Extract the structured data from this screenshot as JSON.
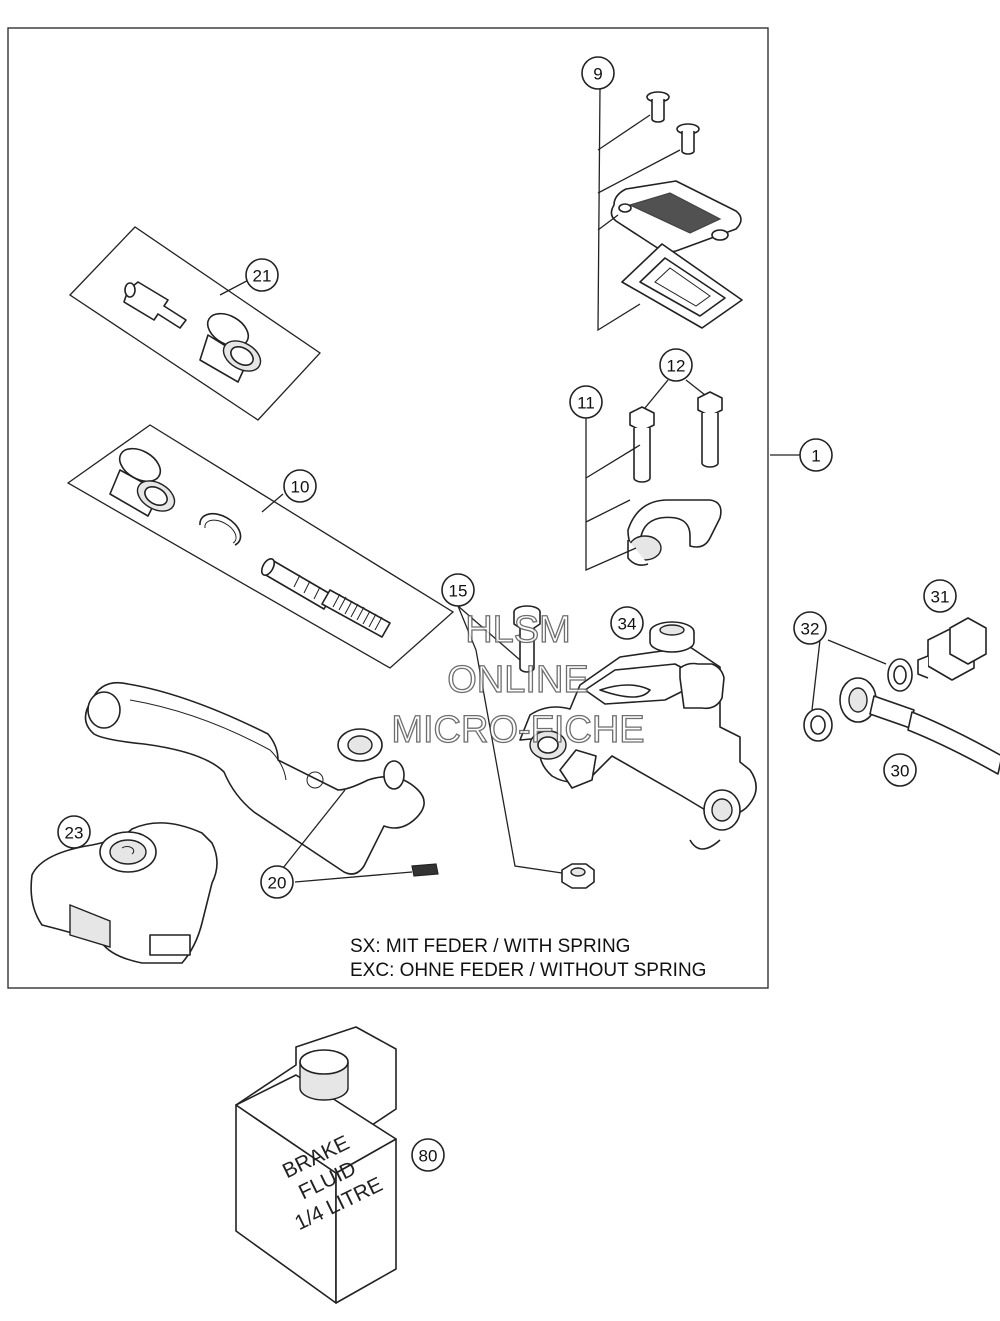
{
  "callouts": {
    "c1": "1",
    "c9": "9",
    "c10": "10",
    "c11": "11",
    "c12": "12",
    "c15": "15",
    "c20": "20",
    "c21": "21",
    "c23": "23",
    "c30": "30",
    "c31": "31",
    "c32": "32",
    "c34": "34",
    "c80": "80"
  },
  "notes": {
    "line1": "SX: MIT FEDER / WITH SPRING",
    "line2": "EXC: OHNE FEDER / WITHOUT SPRING"
  },
  "watermark": {
    "line1": "HLSM",
    "line2": "ONLINE",
    "line3": "MICRO-FICHE"
  },
  "fluid_label": {
    "line1": "BRAKE",
    "line2": "FLUID",
    "line3": "1/4 LITRE"
  }
}
